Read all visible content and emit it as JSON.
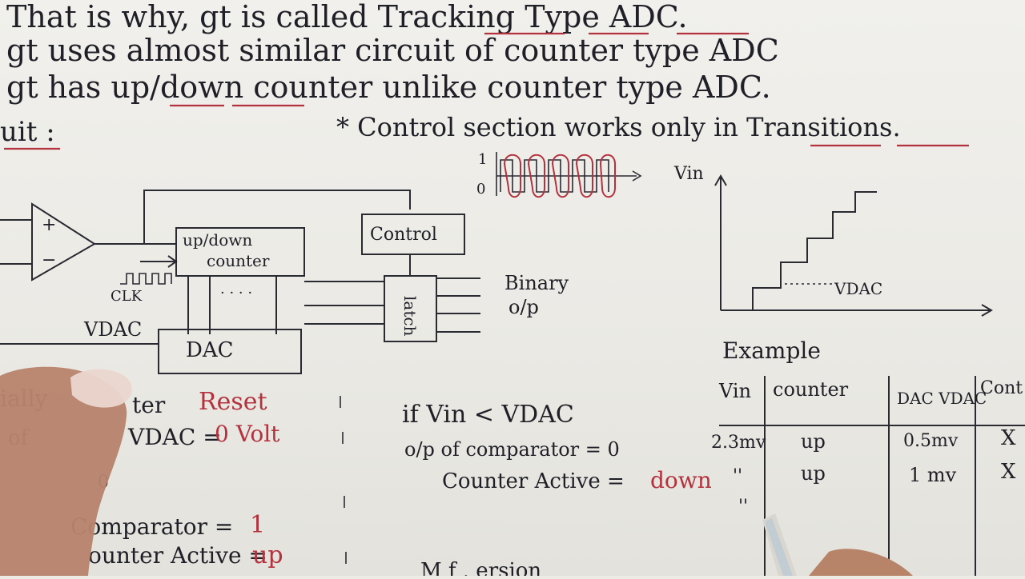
{
  "notes": {
    "line1": "That is why, gt is called Tracking Type ADC.",
    "line2": "gt uses almost similar circuit of counter type ADC",
    "line3": "gt has up/down counter unlike counter type ADC.",
    "circuit_label": "uit :",
    "control_note": "* Control section works only in Transitions."
  },
  "clock_diagram": {
    "high": "1",
    "low": "0"
  },
  "circuit": {
    "control": "Control",
    "updown_line1": "up/down",
    "updown_line2": "counter",
    "dac": "DAC",
    "latch": "latch",
    "clk": "CLK",
    "vdac": "VDAC",
    "binary_line1": "Binary",
    "binary_line2": "o/p",
    "plus": "+",
    "minus": "−",
    "dots": "· · · ·"
  },
  "graph": {
    "vin_label": "Vin",
    "vdac_label": "VDAC"
  },
  "left_notes": {
    "initially": "ially",
    "counter": "ter",
    "reset": "Reset",
    "of": "of",
    "vdac_eq": "VDAC =",
    "zero_volt": "0 Volt",
    "zero": "0",
    "comparator_eq": "Comparator =",
    "one": "1",
    "counter_active_eq": "ounter Active =",
    "up": "up"
  },
  "middle_notes": {
    "condition": "if Vin < VDAC",
    "comparator_eq": "o/p of comparator = 0",
    "zero": "0",
    "counter_active_eq": "Counter Active =",
    "down": "down",
    "bottom_partial": "M  f  .  ersion"
  },
  "example": {
    "title": "Example",
    "headers": [
      "Vin",
      "counter",
      "DAC VDAC",
      "Cont"
    ],
    "rows": [
      [
        "2.3mv",
        "up",
        "0.5mv",
        "X"
      ],
      [
        "''",
        "up",
        "1 mv",
        "X"
      ],
      [
        "''",
        "",
        "",
        ""
      ]
    ]
  }
}
